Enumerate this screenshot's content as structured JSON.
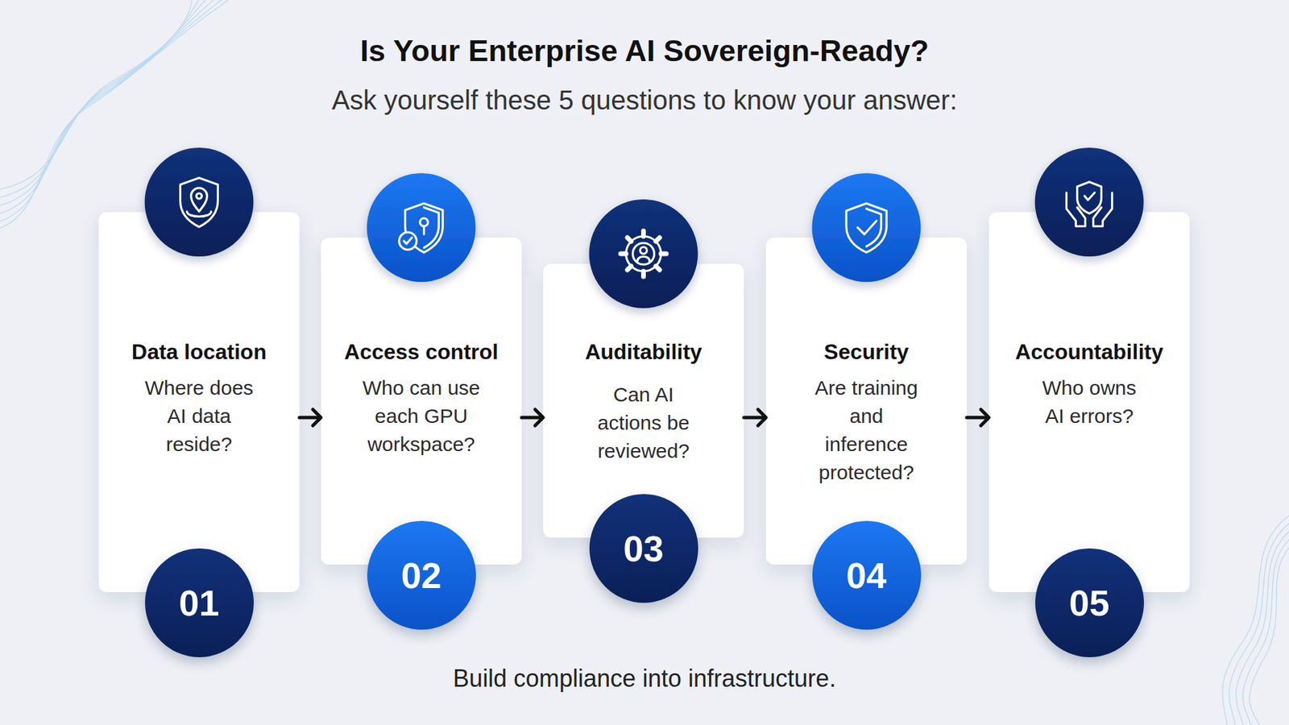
{
  "diagram": {
    "title": "Is Your Enterprise AI Sovereign-Ready?",
    "caption": "Build compliance into infrastructure.",
    "nodes": [
      {
        "text": [
          "Data location",
          "Where does AI data reside?"
        ]
      },
      {
        "text": [
          "01"
        ]
      },
      {
        "text": [
          "Access control",
          "Who can use each GPU workspace?"
        ]
      },
      {
        "text": [
          "02"
        ]
      },
      {
        "text": [
          "Auditability",
          "Can AI actions be reviewed?"
        ]
      },
      {
        "text": [
          "03"
        ]
      },
      {
        "text": [
          "Security",
          "Are training and inference protected?"
        ]
      },
      {
        "text": [
          "04"
        ]
      },
      {
        "text": [
          "Accountability",
          "Who owns AI errors?"
        ]
      },
      {
        "text": [
          "05"
        ]
      }
    ],
    "edges": [
      {
        "from": 0,
        "to": 2,
        "arrow": "to"
      },
      {
        "from": 2,
        "to": 4,
        "arrow": "to"
      },
      {
        "from": 4,
        "to": 6,
        "arrow": "to"
      },
      {
        "from": 6,
        "to": 8,
        "arrow": "to"
      }
    ],
    "labels": [
      "Ask yourself these 5 questions to know your answer:"
    ]
  }
}
